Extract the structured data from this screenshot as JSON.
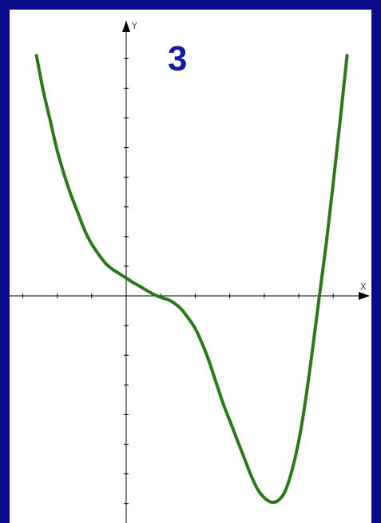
{
  "badge_number": "3",
  "colors": {
    "background": "#0a0a8a",
    "plot_background": "#ffffff",
    "curve": "#2a7a1a",
    "axis": "#000000",
    "badge": "#1a1aa0"
  },
  "chart_data": {
    "type": "line",
    "title": "",
    "xlabel": "X",
    "ylabel": "Y",
    "xlim": [
      -3.0,
      7.0
    ],
    "ylim": [
      -7.4,
      8.6
    ],
    "x_ticks": [
      -3,
      -2,
      -1,
      0,
      1,
      2,
      3,
      4,
      5,
      6,
      7
    ],
    "y_ticks": [
      -7,
      -6,
      -5,
      -4,
      -3,
      -2,
      -1,
      0,
      1,
      2,
      3,
      4,
      5,
      6,
      7,
      8
    ],
    "grid": false,
    "legend": "none",
    "series": [
      {
        "values_x": [
          -2.6,
          -2.4,
          -2.2,
          -2.0,
          -1.8,
          -1.6,
          -1.4,
          -1.2,
          -1.0,
          -0.8,
          -0.6,
          -0.4,
          -0.2,
          0.0,
          0.2,
          0.4,
          0.6,
          0.8,
          1.0,
          1.2,
          1.4,
          1.6,
          1.8,
          2.0,
          2.2,
          2.4,
          2.6,
          2.8,
          3.0,
          3.2,
          3.4,
          3.6,
          3.8,
          4.0,
          4.2,
          4.4,
          4.6,
          4.8,
          5.0,
          5.2,
          5.4,
          5.6,
          5.8,
          6.0,
          6.2,
          6.4
        ],
        "values_y": [
          8.1,
          6.9,
          5.9,
          4.9,
          4.1,
          3.4,
          2.8,
          2.2,
          1.75,
          1.4,
          1.1,
          0.9,
          0.75,
          0.6,
          0.45,
          0.32,
          0.18,
          0.05,
          -0.05,
          -0.12,
          -0.25,
          -0.45,
          -0.75,
          -1.1,
          -1.6,
          -2.2,
          -2.9,
          -3.6,
          -4.2,
          -4.8,
          -5.4,
          -6.0,
          -6.5,
          -6.8,
          -6.95,
          -6.9,
          -6.6,
          -5.9,
          -4.9,
          -3.5,
          -1.8,
          0.0,
          1.8,
          3.8,
          5.9,
          8.1
        ]
      }
    ]
  }
}
